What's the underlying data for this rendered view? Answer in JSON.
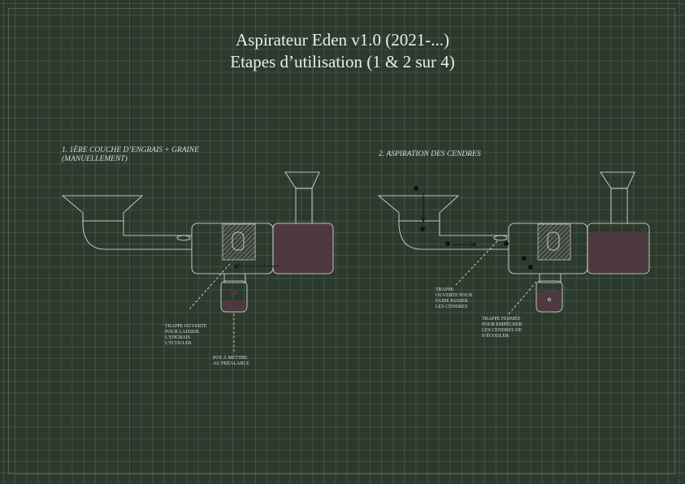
{
  "title": {
    "line1": "Aspirateur Eden v1.0 (2021-...)",
    "line2": "Etapes d’utilisation (1 & 2 sur 4)"
  },
  "step1": {
    "label_line1": "1. 1ère couche d’engrais + graine",
    "label_line2": "(manuellement)",
    "note_trap": [
      "Trappe ouverte",
      "pour laisser",
      "l’engrais",
      "l’écouler"
    ],
    "note_pot": [
      "Pot à mettre",
      "au préalable"
    ]
  },
  "step2": {
    "label": "2. Aspiration des cendres",
    "note_trap_open": [
      "Trappe",
      "ouverte pour",
      "faire passer",
      "les cendres"
    ],
    "note_trap_closed": [
      "Trappe fermée",
      "pour empêcher",
      "les cendres de",
      "s’écouler"
    ]
  },
  "colors": {
    "background": "#2c3a2e",
    "grid": "#4a5a4a",
    "line": "#e8e8e8",
    "container_fill": "#4e3940"
  }
}
